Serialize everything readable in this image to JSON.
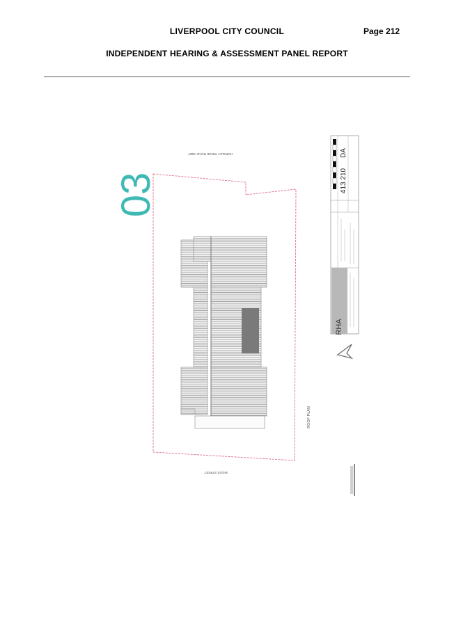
{
  "header": {
    "title": "LIVERPOOL CITY COUNCIL",
    "page": "Page 212",
    "subtitle": "INDEPENDENT HEARING & ASSESSMENT PANEL REPORT"
  },
  "drawing": {
    "sheet_number": "03",
    "title": "ROOF PLAN",
    "drawing_no": "413 210",
    "revision": "DA",
    "firm_initials": "RHA",
    "street_top": "HORSLEY RIDGE ROAD ABBY",
    "street_bottom": "BIGGE STREET",
    "accent_color": "#3fb9b4",
    "boundary_color": "#e06a86"
  }
}
